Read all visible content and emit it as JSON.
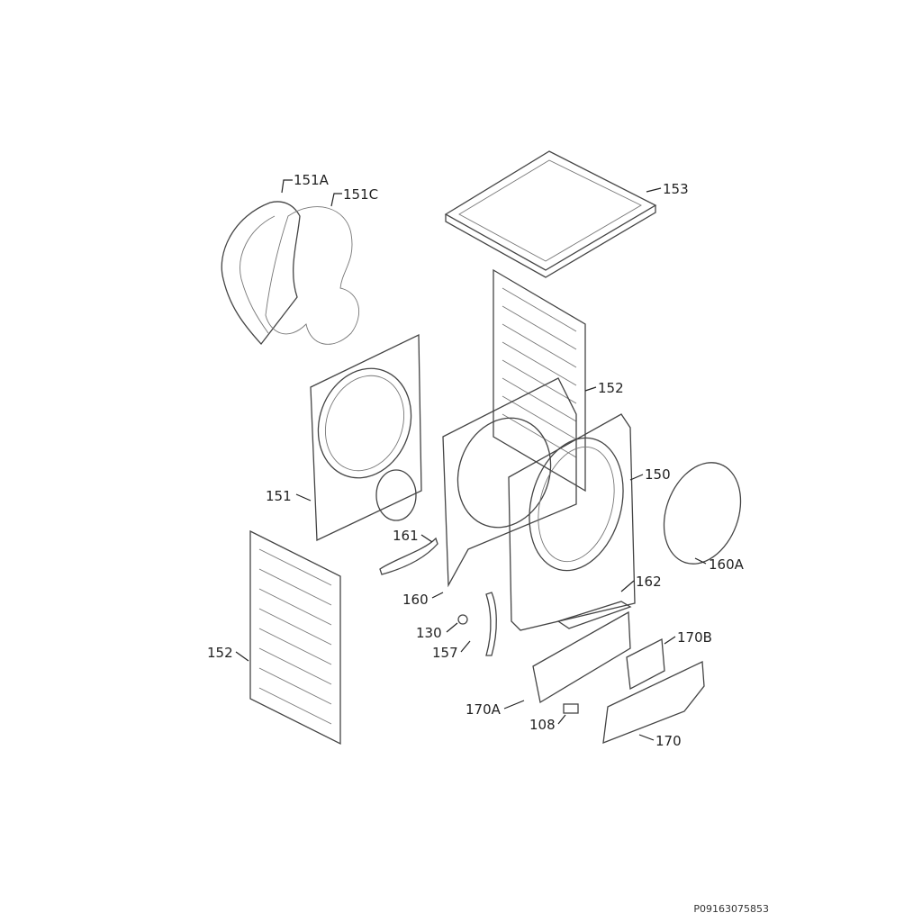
{
  "diagram": {
    "labels": {
      "p151a": "151A",
      "p151c": "151C",
      "p153": "153",
      "p152_right": "152",
      "p150": "150",
      "p151": "151",
      "p161": "161",
      "p160": "160",
      "p160a": "160A",
      "p162": "162",
      "p130": "130",
      "p157": "157",
      "p152_left": "152",
      "p170b": "170B",
      "p170a": "170A",
      "p108": "108",
      "p170": "170"
    },
    "drawing_code": "P09163075853"
  }
}
